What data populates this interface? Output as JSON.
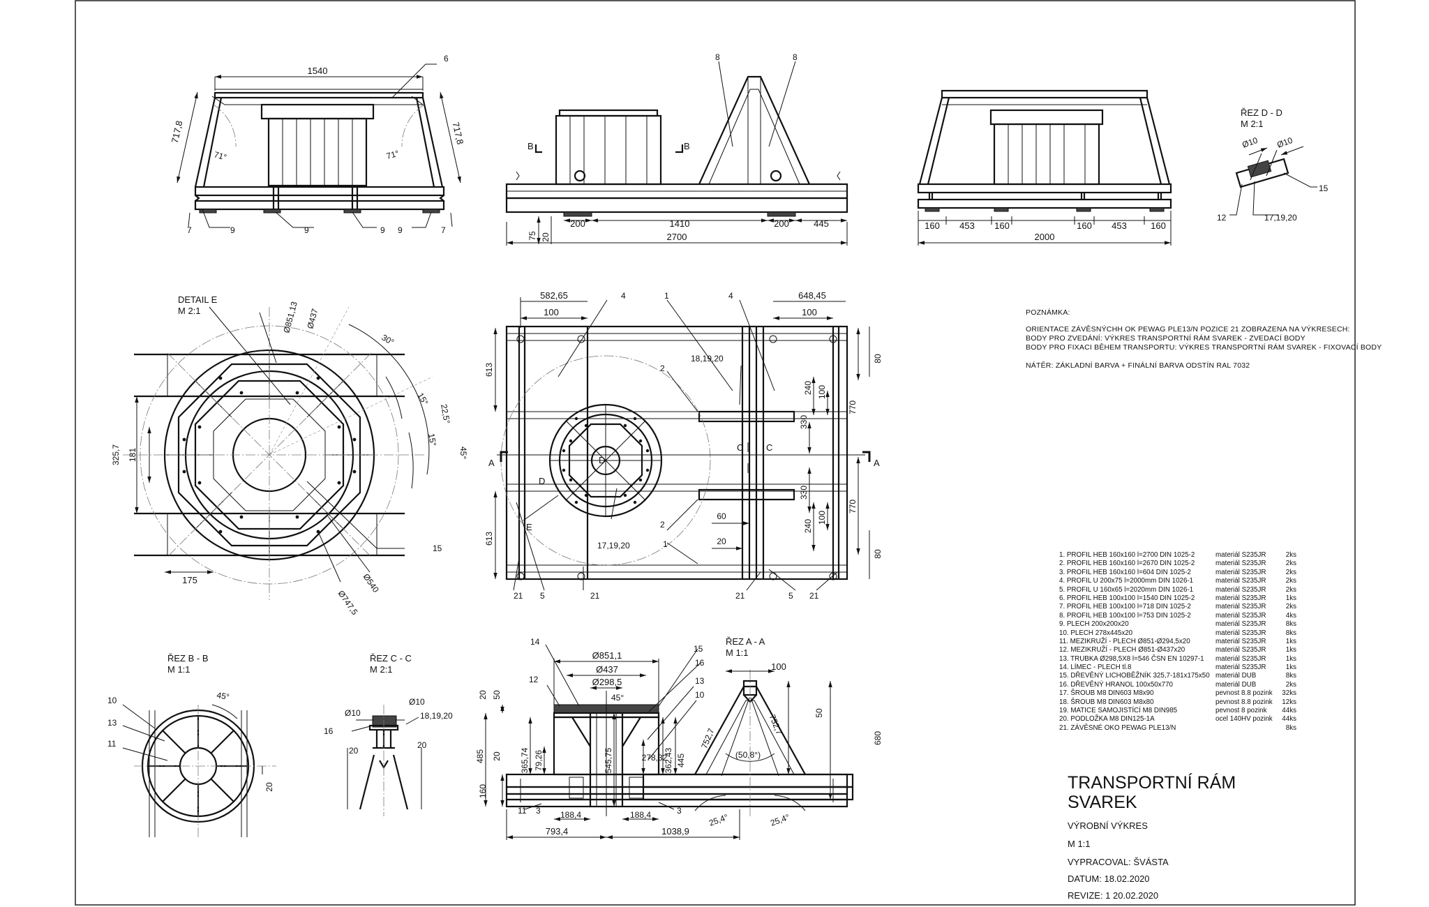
{
  "drawing": {
    "dims": {
      "front_width": "1540",
      "front_diag_l": "717,8",
      "front_diag_r": "717,8",
      "front_angle_l": "71°",
      "front_angle_r": "71°",
      "side_total": "2700",
      "side_200a": "200",
      "side_1410": "1410",
      "side_200b": "200",
      "side_445": "445",
      "side_75": "75",
      "side_20": "20",
      "rear_total": "2000",
      "rear_160a": "160",
      "rear_453a": "453",
      "rear_160b": "160",
      "rear_160c": "160",
      "rear_453b": "453",
      "rear_160d": "160",
      "plan_582": "582,65",
      "plan_648": "648,45",
      "plan_100a": "100",
      "plan_100b": "100",
      "plan_613a": "613",
      "plan_613b": "613",
      "plan_80a": "80",
      "plan_80b": "80",
      "plan_770a": "770",
      "plan_770b": "770",
      "plan_240a": "240",
      "plan_100c": "100",
      "plan_330a": "330",
      "plan_330b": "330",
      "plan_240b": "240",
      "plan_100d": "100",
      "plan_60": "60",
      "plan_20": "20",
      "plan_181920": "18,19,20",
      "plan_171920": "17,19,20",
      "det_d85113": "Ø851,13",
      "det_d437": "Ø437",
      "det_30": "30°",
      "det_15a": "15°",
      "det_225": "22,5°",
      "det_15b": "15°",
      "det_45": "45°",
      "det_3257": "325,7",
      "det_181": "181",
      "det_175": "175",
      "det_d7475": "Ø747,5",
      "det_d540": "Ø540",
      "sec_d8511": "Ø851,1",
      "sec_d437": "Ø437",
      "sec_d2985": "Ø298,5",
      "sec_45": "45°",
      "sec_485": "485",
      "sec_20a": "20",
      "sec_50": "50",
      "sec_20b": "20",
      "sec_160": "160",
      "sec_36574": "365,74",
      "sec_7926": "79,26",
      "sec_54575": "545,75",
      "sec_27832": "278,32",
      "sec_36243": "362,43",
      "sec_445": "445",
      "sec_1884a": "188,4",
      "sec_1884b": "188,4",
      "sec_7934": "793,4",
      "sec_10389": "1038,9",
      "aa_100": "100",
      "aa_50": "50",
      "aa_680": "680",
      "aa_7527a": "752,7",
      "aa_7527b": "752,7",
      "aa_508": "(50,8°)",
      "aa_254a": "25,4°",
      "aa_254b": "25,4°",
      "bb_45": "45°",
      "bb_20": "20",
      "cc_d10a": "Ø10",
      "cc_d10b": "Ø10",
      "cc_181920": "18,19,20",
      "cc_20a": "20",
      "cc_20b": "20",
      "dd_d10a": "Ø10",
      "dd_d10b": "Ø10",
      "dd_171920": "17,19,20"
    },
    "callouts": {
      "c6": "6",
      "c7a": "7",
      "c7b": "7",
      "c9a": "9",
      "c9b": "9",
      "c9c": "9",
      "c9d": "9",
      "c8a": "8",
      "c8b": "8",
      "c4a": "4",
      "c1a": "1",
      "c4b": "4",
      "c2a": "2",
      "c2b": "2",
      "c1b": "1",
      "c21a": "21",
      "c5a": "5",
      "c21b": "21",
      "c21c": "21",
      "c5b": "5",
      "c21d": "21",
      "c15e": "15",
      "c14": "14",
      "c15s": "15",
      "c16s": "16",
      "c12s": "12",
      "c13s": "13",
      "c10s": "10",
      "c11s": "11",
      "c3a": "3",
      "c3b": "3",
      "c10b": "10",
      "c13b": "13",
      "c11b": "11",
      "c16c": "16",
      "c15d": "15",
      "c12d": "12"
    },
    "section_markers": {
      "bl": "B",
      "br": "B",
      "al": "A",
      "ar": "A",
      "cl": "C",
      "cr": "C",
      "d1": "D",
      "d2": "D",
      "e": "E"
    },
    "view_titles": {
      "detail_e": "DETAIL E",
      "detail_e_scale": "M 2:1",
      "rez_dd": "ŘEZ D - D",
      "rez_dd_scale": "M 2:1",
      "rez_bb": "ŘEZ B - B",
      "rez_bb_scale": "M 1:1",
      "rez_cc": "ŘEZ C - C",
      "rez_cc_scale": "M 2:1",
      "rez_aa": "ŘEZ A - A",
      "rez_aa_scale": "M 1:1"
    }
  },
  "notes": {
    "heading": "POZNÁMKA:",
    "line1": "ORIENTACE ZÁVĚSNÝCHH OK PEWAG PLE13/N POZICE 21 ZOBRAZENA NA VÝKRESECH:",
    "line2": "BODY PRO ZVEDÁNÍ: VÝKRES TRANSPORTNÍ RÁM SVAREK - ZVEDACÍ BODY",
    "line3": "BODY PRO FIXACI BĚHEM TRANSPORTU: VÝKRES TRANSPORTNÍ RÁM SVAREK - FIXOVACÍ BODY",
    "line4": "NÁTĚR: ZÁKLADNÍ BARVA + FINÁLNÍ BARVA ODSTÍN RAL 7032"
  },
  "bom": [
    {
      "desc": "1. PROFIL HEB 160x160 l=2700 DIN 1025-2",
      "material": "materiál S235JR",
      "qty": "2ks"
    },
    {
      "desc": "2. PROFIL HEB 160x160 l=2670 DIN 1025-2",
      "material": "materiál S235JR",
      "qty": "2ks"
    },
    {
      "desc": "3. PROFIL HEB 160x160 l=604  DIN 1025-2",
      "material": "materiál S235JR",
      "qty": "2ks"
    },
    {
      "desc": "4. PROFIL U 200x75 l=2000mm  DIN 1026-1",
      "material": "materiál S235JR",
      "qty": "2ks"
    },
    {
      "desc": "5. PROFIL U 160x65 l=2020mm  DIN 1026-1",
      "material": "materiál S235JR",
      "qty": "2ks"
    },
    {
      "desc": "6. PROFIL HEB 100x100 l=1540 DIN 1025-2",
      "material": "materiál S235JR",
      "qty": "1ks"
    },
    {
      "desc": "7. PROFIL HEB 100x100 l=718  DIN 1025-2",
      "material": "materiál S235JR",
      "qty": "2ks"
    },
    {
      "desc": "8. PROFIL HEB 100x100 l=753  DIN 1025-2",
      "material": "materiál S235JR",
      "qty": "4ks"
    },
    {
      "desc": "9. PLECH   200x200x20",
      "material": "materiál S235JR",
      "qty": "8ks"
    },
    {
      "desc": "10. PLECH   278x445x20",
      "material": "materiál S235JR",
      "qty": "8ks"
    },
    {
      "desc": "11. MEZIKRUŽÍ - PLECH   Ø851-Ø294,5x20",
      "material": "materiál S235JR",
      "qty": "1ks"
    },
    {
      "desc": "12. MEZIKRUŽÍ - PLECH   Ø851-Ø437x20",
      "material": "materiál S235JR",
      "qty": "1ks"
    },
    {
      "desc": "13. TRUBKA Ø298,5X8 l=546  ČSN EN 10297-1",
      "material": "materiál S235JR",
      "qty": "1ks"
    },
    {
      "desc": "14. LÍMEC - PLECH tl.8",
      "material": "materiál S235JR",
      "qty": "1ks"
    },
    {
      "desc": "15. DŘEVĚNÝ LICHOBĚŽNÍK 325,7-181x175x50",
      "material": "materiál DUB",
      "qty": "8ks"
    },
    {
      "desc": "16. DŘEVĚNÝ HRANOL 100x50x770",
      "material": "materiál DUB",
      "qty": "2ks"
    },
    {
      "desc": "17. ŠROUB M8 DIN603 M8x90",
      "material": "pevnost 8.8 pozink",
      "qty": "32ks"
    },
    {
      "desc": "18. ŠROUB M8 DIN603 M8x80",
      "material": "pevnost 8.8 pozink",
      "qty": "12ks"
    },
    {
      "desc": "19. MATICE SAMOJISTÍCÍ M8 DIN985",
      "material": "pevnost 8 pozink",
      "qty": "44ks"
    },
    {
      "desc": "20. PODLOŽKA M8 DIN125-1A",
      "material": "ocel 140HV pozink",
      "qty": "44ks"
    },
    {
      "desc": "21. ZÁVĚSNÉ OKO PEWAG PLE13/N",
      "material": "",
      "qty": "8ks"
    }
  ],
  "title_block": {
    "title1": "TRANSPORTNÍ RÁM",
    "title2": "SVAREK",
    "subtitle": "VÝROBNÍ VÝKRES",
    "scale": "M  1:1",
    "author": "VYPRACOVAL: ŠVÁSTA",
    "date": "DATUM: 18.02.2020",
    "revision": "REVIZE: 1   20.02.2020"
  }
}
